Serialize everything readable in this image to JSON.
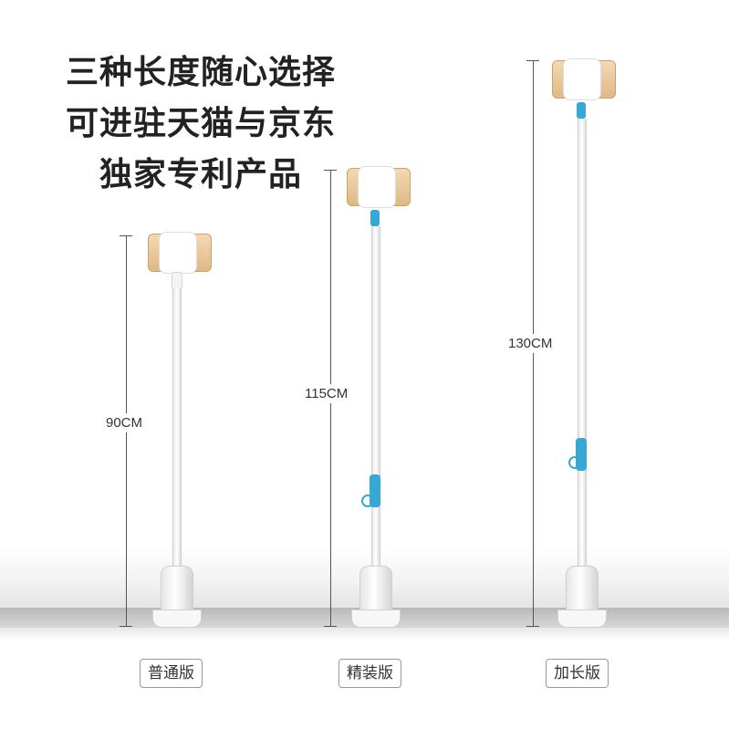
{
  "headline": {
    "line1": "三种长度随心选择",
    "line2": "可进驻天猫与京东",
    "line3": "独家专利产品"
  },
  "stands": [
    {
      "height_label": "90CM",
      "version_label": "普通版",
      "has_knob": false
    },
    {
      "height_label": "115CM",
      "version_label": "精装版",
      "has_knob": true
    },
    {
      "height_label": "130CM",
      "version_label": "加长版",
      "has_knob": true
    }
  ],
  "colors": {
    "accent_blue": "#35a9d4",
    "phone_gold": "#e8c697",
    "table_edge": "#c4c4c4"
  }
}
